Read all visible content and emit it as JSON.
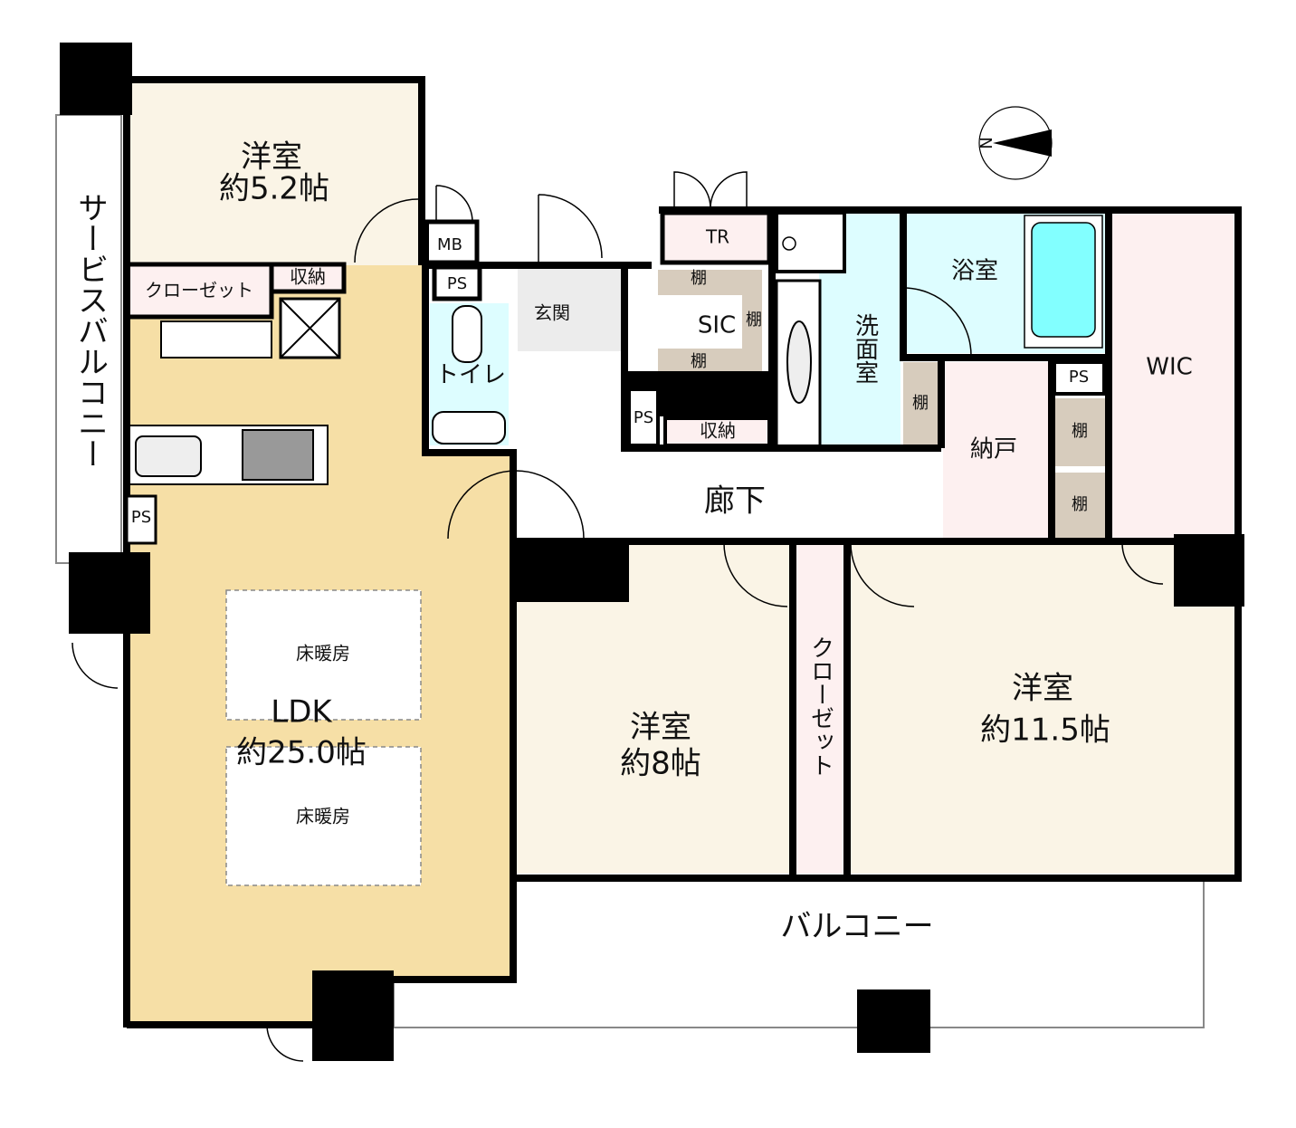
{
  "colors": {
    "ldk": "#f6dfa6",
    "western_room": "#faf4e6",
    "storage_pink": "#fdf0f0",
    "wet_area": "#ddfdff",
    "shelf": "#d7ccbd",
    "bathtub": "#82ffff",
    "entrance_tile": "#ececec",
    "wall": "#000000"
  },
  "compass": {
    "label": "N"
  },
  "rooms": {
    "western_small": {
      "name": "洋室",
      "size": "約5.2帖"
    },
    "closet_top": "クローゼット",
    "storage_top": "収納",
    "service_balcony": "サービスバルコニー",
    "ldk": {
      "name": "LDK",
      "size": "約25.0帖"
    },
    "floor_heating_1": "床暖房",
    "floor_heating_2": "床暖房",
    "ps_kitchen": "PS",
    "mb": "MB",
    "ps_toilet": "PS",
    "toilet": "トイレ",
    "entrance": "玄関",
    "sic": "SIC",
    "sic_shelf_top": "棚",
    "sic_shelf_right": "棚",
    "sic_shelf_bottom": "棚",
    "tr": "TR",
    "ps_hall": "PS",
    "storage_hall": "収納",
    "washroom": "洗面室",
    "washroom_shelf": "棚",
    "bathroom": "浴室",
    "storeroom": "納戸",
    "ps_wic": "PS",
    "wic_shelf_1": "棚",
    "wic_shelf_2": "棚",
    "wic": "WIC",
    "hallway": "廊下",
    "western_mid": {
      "name": "洋室",
      "size": "約8帖"
    },
    "closet_mid": "クローゼット",
    "western_large": {
      "name": "洋室",
      "size": "約11.5帖"
    },
    "balcony": "バルコニー"
  }
}
